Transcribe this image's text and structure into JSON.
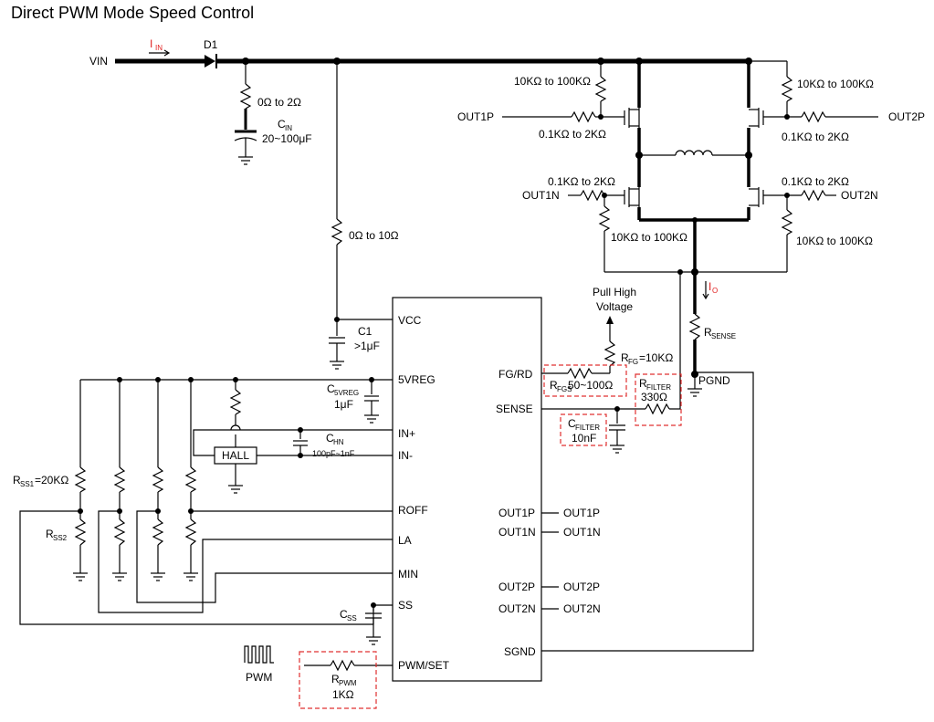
{
  "title": "Direct PWM Mode Speed Control",
  "labels": {
    "vin": "VIN",
    "iin_main": "I",
    "iin_sub": "IN",
    "d1": "D1",
    "r_in": "0Ω to 2Ω",
    "cin_main": "C",
    "cin_sub": "IN",
    "cin_val": "20~100μF",
    "r_vcc": "0Ω to 10Ω",
    "c1": "C1",
    "c1_val": ">1μF",
    "c5_main": "C",
    "c5_sub": "5VREG",
    "c5_val": "1μF",
    "chn_main": "C",
    "chn_sub": "HN",
    "chn_val": "100pF~1nF",
    "hall": "HALL",
    "rss1_main": "R",
    "rss1_sub": "SS1",
    "rss1_val": "=20KΩ",
    "rss2_main": "R",
    "rss2_sub": "SS2",
    "css_main": "C",
    "css_sub": "SS",
    "pwm": "PWM",
    "rpwm_main": "R",
    "rpwm_sub": "PWM",
    "rpwm_val": "1KΩ",
    "pull_high_1": "Pull High",
    "pull_high_2": "Voltage",
    "rfg_main": "R",
    "rfg_sub": "FG",
    "rfg_val": "=10KΩ",
    "rfgs_main": "R",
    "rfgs_sub": "FGS",
    "rfgs_val": " 50~100Ω",
    "rfilter_main": "R",
    "rfilter_sub": "FILTER",
    "rfilter_val": "330Ω",
    "cfilter_main": "C",
    "cfilter_sub": "FILTER",
    "cfilter_val": "10nF",
    "io_main": "I",
    "io_sub": "O",
    "rsense_main": "R",
    "rsense_sub": "SENSE",
    "r_gate_pull_1p": "10KΩ to 100KΩ",
    "r_gate_ser_1p": "0.1KΩ to 2KΩ",
    "r_gate_ser_1n": "0.1KΩ to 2KΩ",
    "r_gate_pull_1n": "10KΩ to 100KΩ",
    "r_gate_pull_2p": "10KΩ to 100KΩ",
    "r_gate_ser_2p": "0.1KΩ to 2KΩ",
    "r_gate_ser_2n": "0.1KΩ to 2KΩ",
    "r_gate_pull_2n": "10KΩ to 100KΩ",
    "out1p_in": "OUT1P",
    "out1n_in": "OUT1N",
    "out2p_in": "OUT2P",
    "out2n_in": "OUT2N"
  },
  "ic_pins": {
    "vcc": "VCC",
    "v5reg": "5VREG",
    "inp": "IN+",
    "inn": "IN-",
    "roff": "ROFF",
    "la": "LA",
    "min": "MIN",
    "ss": "SS",
    "pwmset": "PWM/SET",
    "fgrd": "FG/RD",
    "sense": "SENSE",
    "out1p": "OUT1P",
    "out1n": "OUT1N",
    "out2p": "OUT2P",
    "out2n": "OUT2N",
    "sgnd": "SGND",
    "pgnd": "PGND"
  },
  "ext_pins": {
    "out1p": "OUT1P",
    "out1n": "OUT1N",
    "out2p": "OUT2P",
    "out2n": "OUT2N"
  },
  "colors": {
    "wire": "#000000",
    "highlight": "#e02020"
  }
}
